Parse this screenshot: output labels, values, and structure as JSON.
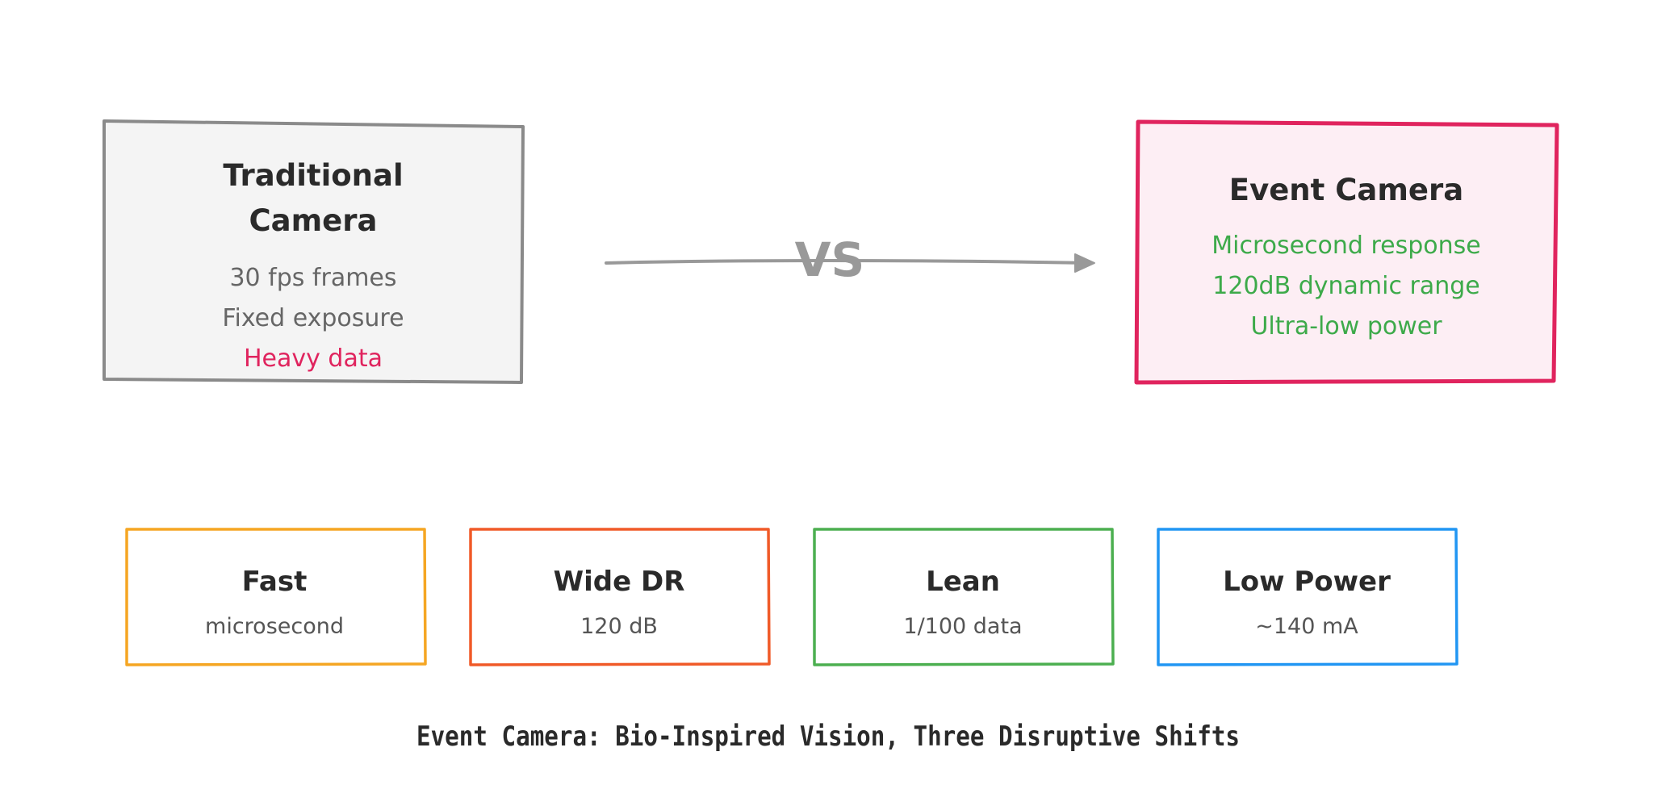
{
  "traditional": {
    "title_lines": [
      "Traditional",
      "Camera"
    ],
    "lines": [
      "30 fps frames",
      "Fixed exposure",
      "Heavy data"
    ]
  },
  "event": {
    "title": "Event Camera",
    "lines": [
      "Microsecond response",
      "120dB dynamic range",
      "Ultra-low power"
    ]
  },
  "vs_label": "VS",
  "features": [
    {
      "title": "Fast",
      "subtitle": "microsecond"
    },
    {
      "title": "Wide DR",
      "subtitle": "120 dB"
    },
    {
      "title": "Lean",
      "subtitle": "1/100 data"
    },
    {
      "title": "Low Power",
      "subtitle": "~140 mA"
    }
  ],
  "caption": "Event Camera: Bio-Inspired Vision, Three Disruptive Shifts",
  "colors": {
    "traditional_stroke": "#8a8a8a",
    "traditional_fill": "#f4f4f4",
    "event_stroke": "#e0245e",
    "event_fill": "#fdeef4",
    "event_text": "#3daa4a",
    "traditional_text": "#666666",
    "heavy_data": "#e0245e",
    "arrow": "#999999",
    "feature_strokes": [
      "#f5a623",
      "#f05a28",
      "#4caf50",
      "#2196f3"
    ]
  }
}
